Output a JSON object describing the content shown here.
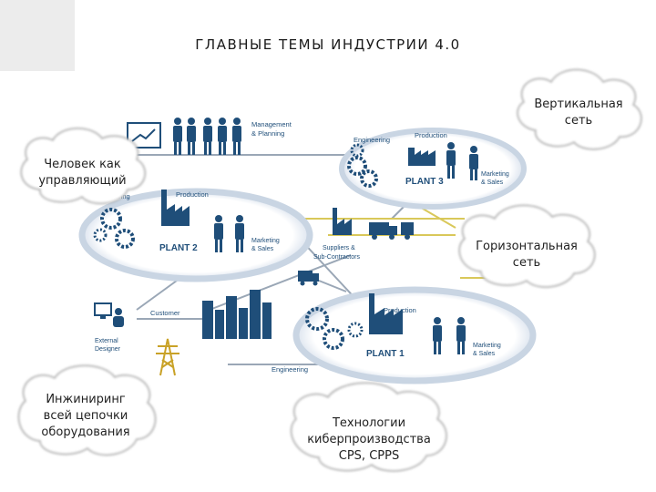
{
  "title": "ГЛАВНЫЕ ТЕМЫ ИНДУСТРИИ 4.0",
  "clouds": {
    "vertical": [
      "Вертикальная",
      "сеть"
    ],
    "human": [
      "Человек как",
      "управляющий"
    ],
    "horizontal": [
      "Горизонтальная",
      "сеть"
    ],
    "engineering": [
      "Инжиниринг",
      "всей цепочки",
      "оборудования"
    ],
    "tech": [
      "Технологии",
      "киберпроизводства",
      "CPS, CPPS"
    ]
  },
  "diagram": {
    "management": [
      "Management",
      "& Planning"
    ],
    "plant3": {
      "name": "PLANT 3",
      "engineering": "Engineering",
      "production": "Production",
      "marketing": [
        "Marketing",
        "& Sales"
      ]
    },
    "plant2": {
      "name": "PLANT 2",
      "engineering": "ering",
      "production": "Production",
      "marketing": [
        "Marketing",
        "& Sales"
      ]
    },
    "plant1": {
      "name": "PLANT 1",
      "production": "Production",
      "marketing": [
        "Marketing",
        "& Sales"
      ],
      "engineering": "Engineering"
    },
    "suppliers": [
      "Suppliers &",
      "Sub-Contractors"
    ],
    "customer": "Customer",
    "designer": [
      "External",
      "Designer"
    ]
  },
  "colors": {
    "primary": "#1f4e79",
    "ring": "#c9d5e3",
    "line": "#9aa7b6",
    "yellow": "#d9c85a",
    "cloud_stroke": "#9a9a9a"
  }
}
